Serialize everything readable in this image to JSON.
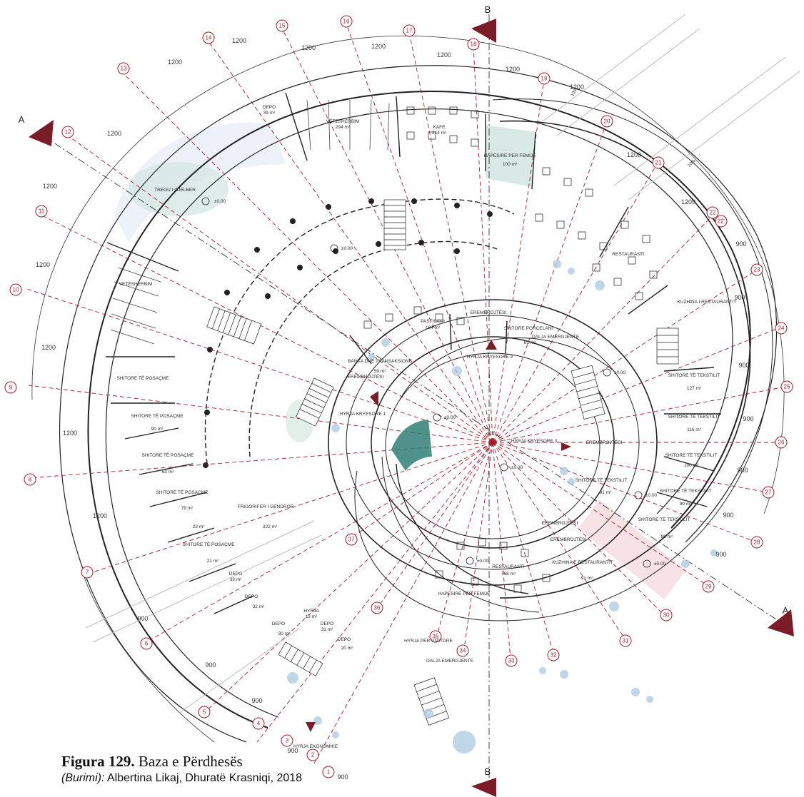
{
  "section_markers": {
    "a_top": "A",
    "a_bottom": "A",
    "b_top": "B",
    "b_bottom": "B"
  },
  "colors": {
    "axis": "#a31d2b",
    "marker": "#7a1d28",
    "wall": "#222222",
    "glass": "#2f7f76",
    "green": "#cfe3d4"
  },
  "axis_numbers": [
    "1",
    "2",
    "3",
    "4",
    "5",
    "6",
    "7",
    "8",
    "9",
    "10",
    "11",
    "12",
    "13",
    "14",
    "15",
    "16",
    "17",
    "18",
    "19",
    "20",
    "21",
    "22",
    "22'",
    "23",
    "24",
    "25",
    "26",
    "27",
    "28",
    "29",
    "30",
    "31",
    "32",
    "33",
    "34",
    "35",
    "36",
    "37"
  ],
  "dimensions": {
    "d1200": "1200",
    "d900": "900"
  },
  "rooms": {
    "depo_top": {
      "name": "DEPO",
      "area": "39 m²"
    },
    "veteshit_top": {
      "name": "VETESHERBIM",
      "area": "294 m²"
    },
    "kafe": {
      "name": "KAFE",
      "area": "214 m²"
    },
    "hapesire_femije_top": {
      "name": "HAPESIRE PER FEMIJE",
      "area": "100 m²"
    },
    "tregu": {
      "name": "TREGU I GJELBER"
    },
    "restauranti_right": {
      "name": "RESTAURANTI"
    },
    "kuzhina_right": {
      "name": "KUZHINA I RESTAURANTIT"
    },
    "veteshit_left": {
      "name": "VETESHERBIM"
    },
    "shitore_posacme_1": {
      "name": "SHITORE TË POSAÇME"
    },
    "shitore_posacme_2": {
      "name": "SHITORE TË POSAÇME",
      "area": "90 m²"
    },
    "shitore_posacme_3": {
      "name": "SHITORE TË POSAÇME",
      "area": "63 m²"
    },
    "shitore_posacme_4": {
      "name": "SHITORE TË POSAÇME",
      "area": "79 m²"
    },
    "small_23": {
      "area": "23 m²"
    },
    "shitore_posacme_5": {
      "name": "SHITORE TË POSAÇME",
      "area": "21 m²"
    },
    "depo_33": {
      "name": "DEPO",
      "area": "33 m²"
    },
    "depo_32": {
      "name": "DEPO",
      "area": "32 m²"
    },
    "depo_30": {
      "name": "DEPO",
      "area": "30 m²"
    },
    "hyrja_13": {
      "name": "HYRJA",
      "area": "13 m²"
    },
    "depo_31": {
      "name": "DEPO",
      "area": "31 m²"
    },
    "depo_20": {
      "name": "DEPO",
      "area": "20 m²"
    },
    "banka": {
      "name": "BANKA DHE TRANSAKSIONE",
      "area": "59 m²"
    },
    "pasiceri": {
      "name": "PASTICERI",
      "area": "184 m²"
    },
    "shitore_porcelani": {
      "name": "SHITORE PORCELANI",
      "area": "81 m²"
    },
    "dalja_emergjente": {
      "name": "DALJA EMERGJENTE"
    },
    "hyrja_kryesore_2": {
      "name": "HYRJA KRYESORE 2"
    },
    "hyrja_kryesore_1": {
      "name": "HYRJA KRYESORE 1"
    },
    "hyrja_kryesore_3": {
      "name": "HYRJA KRYESORE 3"
    },
    "frigorifer": {
      "name": "FRIGORIFER I GENDROR",
      "area": "222 m²"
    },
    "shitore_tekstilit_1": {
      "name": "SHITORE TË TEKSTILIT",
      "area": "127 m²"
    },
    "shitore_tekstilit_2": {
      "name": "SHITORE TË TEKSTILIT",
      "area": "116 m²"
    },
    "shitore_tekstilit_3": {
      "name": "SHITORE TË TEKSTILIT",
      "area": "100 m²"
    },
    "shitore_tekstilit_4": {
      "name": "SHITORE TË TEKSTILIT",
      "area": "91 m²"
    },
    "shitore_tekstilit_5": {
      "name": "SHITORE TË TEKSTILIT",
      "area": "99 m²"
    },
    "shitore_tekstilit_6": {
      "name": "SHITORE TË TEKSTILIT",
      "area": "89 m²"
    },
    "restauranti_bottom": {
      "name": "RESTAURANTI",
      "area": "768 m²"
    },
    "hapesire_femije_bottom": {
      "name": "HAPESIRE PER FEMIJE"
    },
    "kuzhina_bottom": {
      "name": "KUZHINA E RESTAURANTIT",
      "area": "91 m²"
    },
    "hyrja_vizitore": {
      "name": "HYRJA PER VIZITORE"
    },
    "dalja_emergjente_bottom": {
      "name": "DALJA EMERGJENTE"
    },
    "hyrja_ekonomike": {
      "name": "HYRJA EKONOMIKE"
    },
    "eremb_1": {
      "name": "EREMBROJTËSI"
    },
    "eremb_2": {
      "name": "EREMBROJTËSI"
    },
    "eremb_3": {
      "name": "EREMBROJTËSI"
    },
    "eremb_4": {
      "name": "EREMBROJTËSI"
    },
    "eremb_5": {
      "name": "EREMBROJTËSI"
    }
  },
  "levels": {
    "l1": "±0.00",
    "l2": "±0.00",
    "l3": "±0.00",
    "l4": "±0.00",
    "l5": "±0.00",
    "l6": "±0.00",
    "l7": "±0.00",
    "l8": "±0.00"
  },
  "slope": {
    "s1": "10%",
    "s2": "10%"
  },
  "caption": {
    "figure_label": "Figura 129.",
    "figure_title": " Baza e Përdhesës",
    "source_label": "(Burimi):",
    "source_text": " Albertina Likaj, Dhuratë Krasniqi, 2018"
  }
}
